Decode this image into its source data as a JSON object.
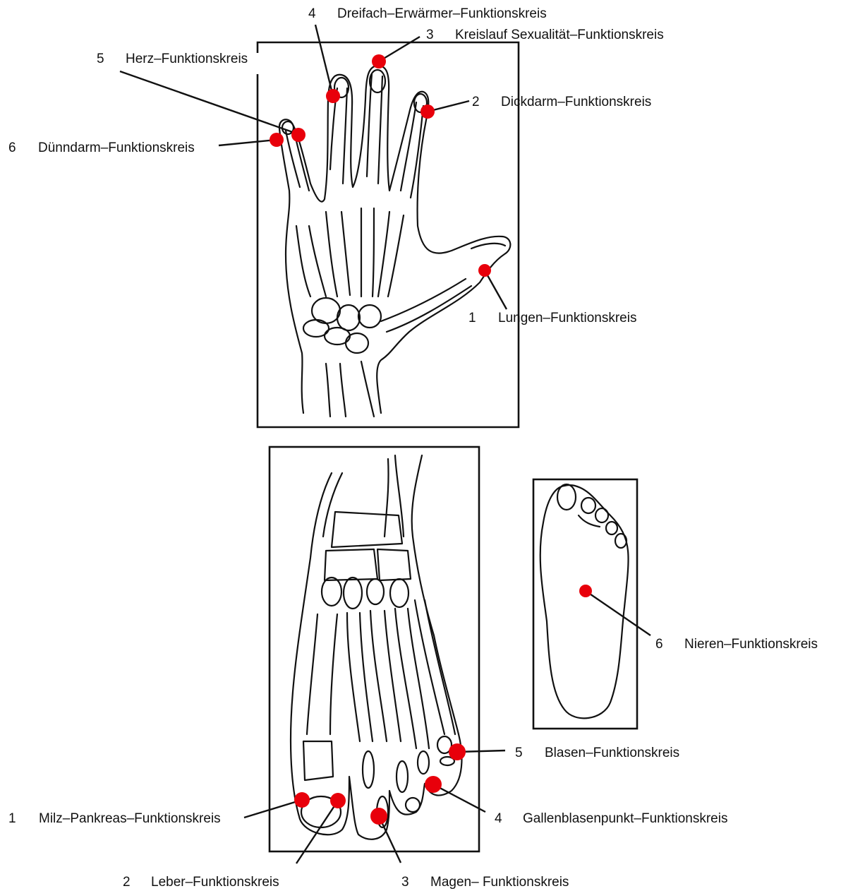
{
  "colors": {
    "point": "#e8000b",
    "line": "#111111",
    "background": "#ffffff"
  },
  "hand": {
    "labels": [
      {
        "id": "h1",
        "num": "1",
        "text": "Lungen–Funktionskreis"
      },
      {
        "id": "h2",
        "num": "2",
        "text": "Dickdarm–Funktionskreis"
      },
      {
        "id": "h3",
        "num": "3",
        "text": "Kreislauf Sexualität–Funktionskreis"
      },
      {
        "id": "h4",
        "num": "4",
        "text": "Dreifach–Erwärmer–Funktionskreis"
      },
      {
        "id": "h5",
        "num": "5",
        "text": "Herz–Funktionskreis"
      },
      {
        "id": "h6",
        "num": "6",
        "text": "Dünndarm–Funktionskreis"
      }
    ]
  },
  "foot": {
    "labels": [
      {
        "id": "f1",
        "num": "1",
        "text": "Milz–Pankreas–Funktionskreis"
      },
      {
        "id": "f2",
        "num": "2",
        "text": "Leber–Funktionskreis"
      },
      {
        "id": "f3",
        "num": "3",
        "text": "Magen– Funktionskreis"
      },
      {
        "id": "f4",
        "num": "4",
        "text": "Gallenblasenpunkt–Funktionskreis"
      },
      {
        "id": "f5",
        "num": "5",
        "text": "Blasen–Funktionskreis"
      }
    ]
  },
  "sole": {
    "labels": [
      {
        "id": "s6",
        "num": "6",
        "text": "Nieren–Funktionskreis"
      }
    ]
  }
}
